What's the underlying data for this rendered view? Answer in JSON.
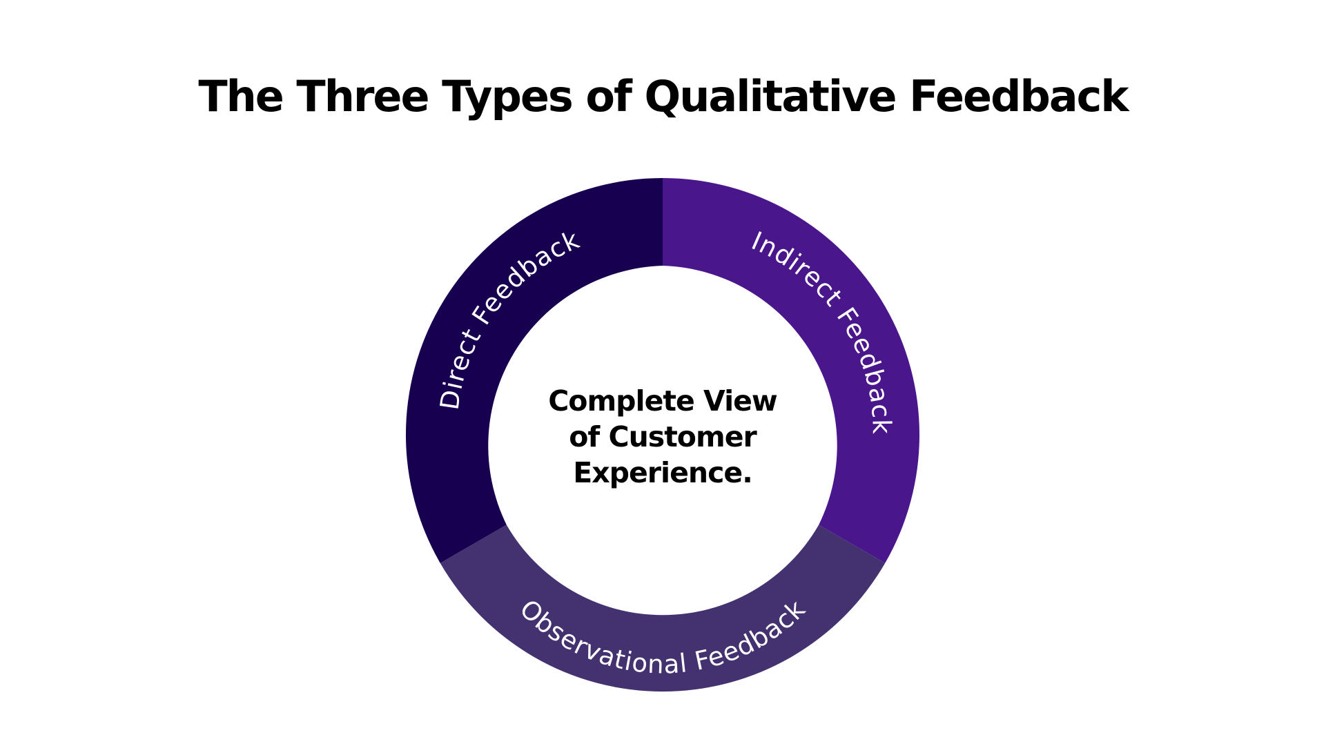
{
  "title": "The Three Types of Qualitative Feedback",
  "center": {
    "lines": [
      "Complete View",
      "of Customer",
      "Experience."
    ]
  },
  "segments": [
    {
      "label": "Direct Feedback",
      "color": "#170050"
    },
    {
      "label": "Indirect Feedback",
      "color": "#4a168c"
    },
    {
      "label": "Observational Feedback",
      "color": "#43326f"
    }
  ]
}
